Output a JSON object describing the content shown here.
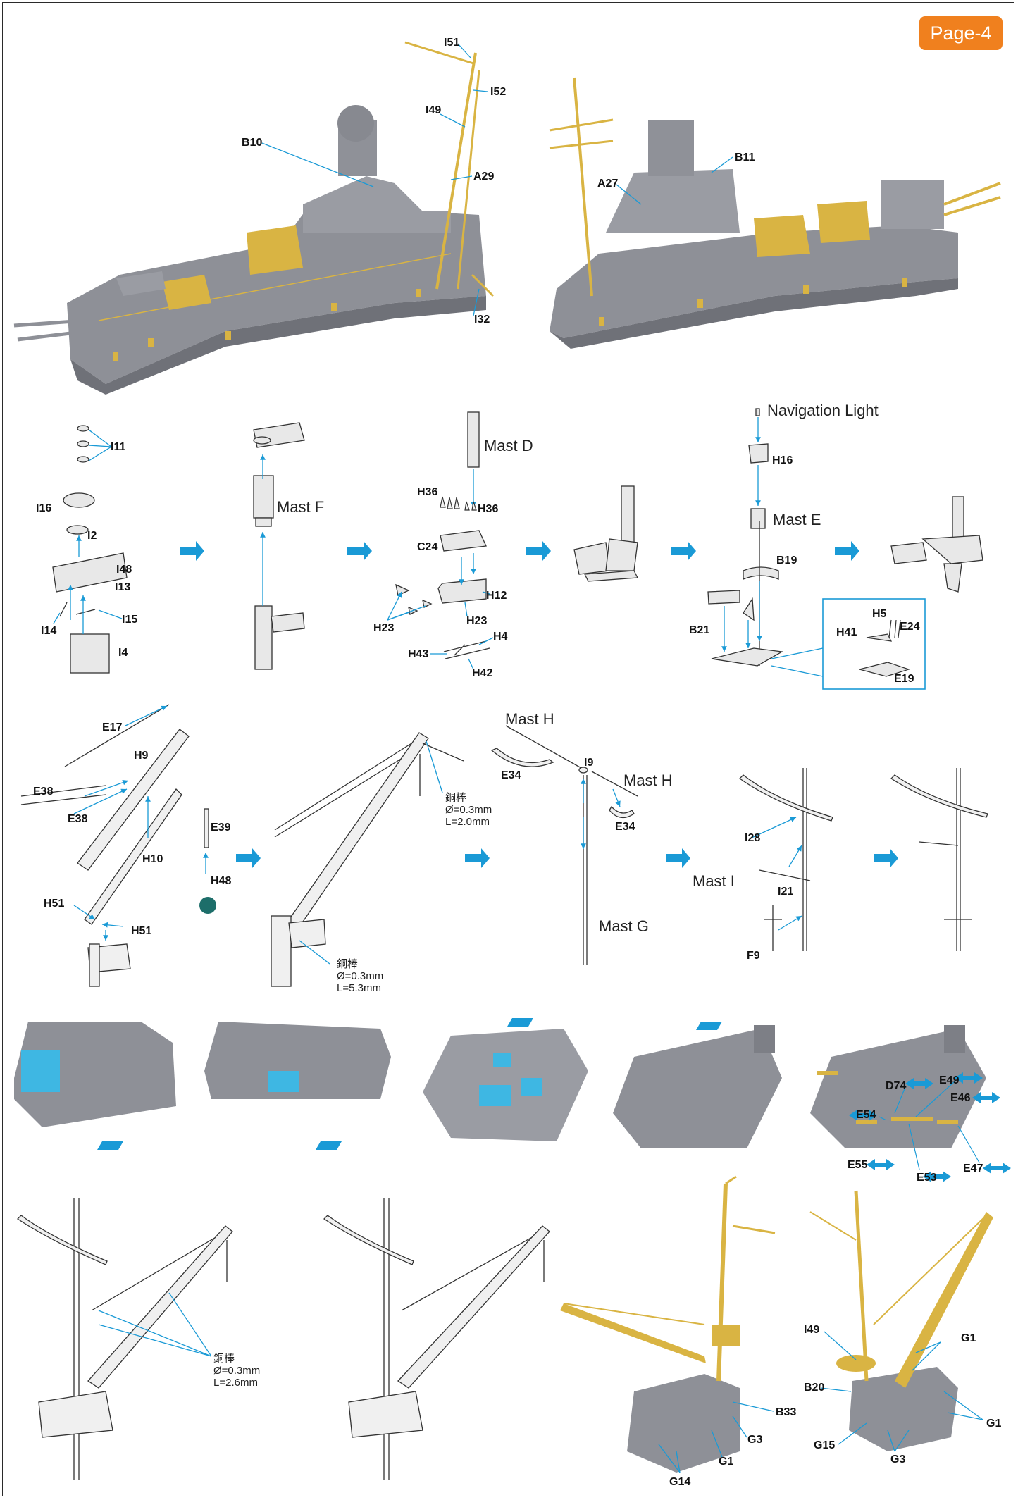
{
  "page_tag": "Page-4",
  "top_render_labels": {
    "left": [
      "I51",
      "I52",
      "I49",
      "B10",
      "A29",
      "I32"
    ],
    "right": [
      "B11",
      "A27"
    ]
  },
  "step1_labels": [
    "I11",
    "I16",
    "I2",
    "I48",
    "I13",
    "I14",
    "I15",
    "I4"
  ],
  "step2_labels": {
    "mast": "Mast F"
  },
  "step3_labels": {
    "mast": "Mast D",
    "parts": [
      "H36",
      "H36",
      "C24",
      "H12",
      "H23",
      "H23",
      "H4",
      "H43",
      "H42"
    ]
  },
  "step5_labels": {
    "light": "Navigation Light",
    "mast": "Mast E",
    "parts": [
      "H16",
      "B19",
      "B21"
    ]
  },
  "inset_labels": [
    "H5",
    "H41",
    "E24",
    "E19"
  ],
  "crane_labels": [
    "E17",
    "H9",
    "E38",
    "E38",
    "E39",
    "H10",
    "H48",
    "H51",
    "H51"
  ],
  "brass_rod_1": {
    "name": "銅棒",
    "dia": "Ø=0.3mm",
    "len": "L=2.0mm"
  },
  "brass_rod_2": {
    "name": "銅棒",
    "dia": "Ø=0.3mm",
    "len": "L=5.3mm"
  },
  "brass_rod_3": {
    "name": "銅棒",
    "dia": "Ø=0.3mm",
    "len": "L=2.6mm"
  },
  "mast_h_labels": {
    "top": "Mast H",
    "right": "Mast H",
    "g": "Mast G",
    "parts": [
      "E34",
      "I9",
      "E34"
    ]
  },
  "mast_i_labels": {
    "mast": "Mast I",
    "parts": [
      "I28",
      "I21",
      "F9"
    ]
  },
  "deck_labels": [
    "D74",
    "E49",
    "E46",
    "E54",
    "E55",
    "E53",
    "E47"
  ],
  "final_labels": {
    "left": [
      "B33",
      "G3",
      "G1",
      "G14"
    ],
    "right": [
      "I49",
      "G1",
      "B20",
      "G1",
      "G15",
      "G3"
    ]
  },
  "colors": {
    "tag": "#f0801e",
    "arrow": "#1a9ad6",
    "hull": "#8e9097",
    "brass": "#d9b443"
  }
}
